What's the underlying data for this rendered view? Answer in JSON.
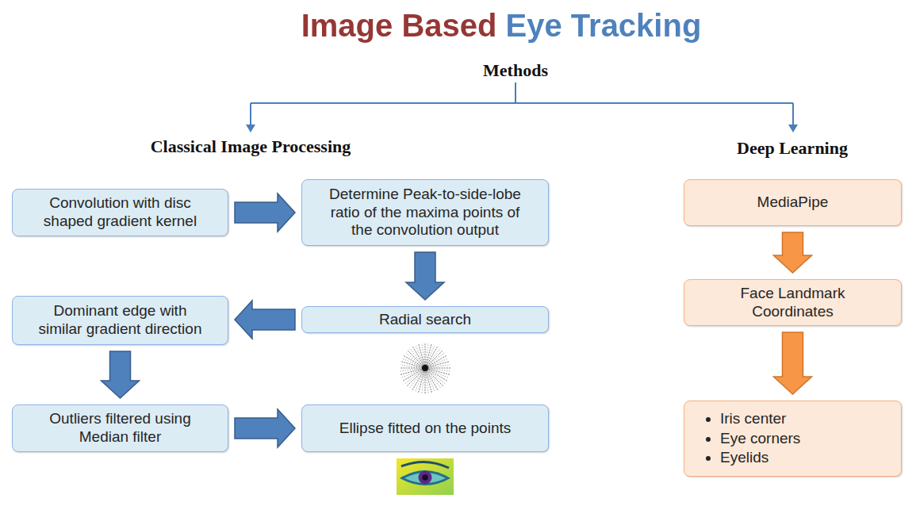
{
  "diagram": {
    "title": "Image Based Eye Tracking",
    "nodes": [
      {
        "text": [
          "Convolution with disc shaped gradient kernel"
        ]
      },
      {
        "text": [
          "Determine Peak-to-side-lobe ratio of the maxima points of the convolution output"
        ]
      },
      {
        "text": [
          "Radial search"
        ]
      },
      {
        "text": [
          "Dominant edge with similar gradient direction"
        ]
      },
      {
        "text": [
          "Outliers filtered using Median filter"
        ]
      },
      {
        "text": [
          "Ellipse fitted on the points"
        ]
      },
      {
        "text": [
          "MediaPipe"
        ]
      },
      {
        "text": [
          "Face Landmark Coordinates"
        ]
      },
      {
        "text": [
          "Iris center",
          "Eye corners",
          "Eyelids"
        ]
      }
    ],
    "edges": [
      {
        "from": 0,
        "to": 1,
        "arrow": "to"
      },
      {
        "from": 1,
        "to": 2,
        "arrow": "to"
      },
      {
        "from": 2,
        "to": 3,
        "arrow": "to"
      },
      {
        "from": 3,
        "to": 4,
        "arrow": "to"
      },
      {
        "from": 4,
        "to": 5,
        "arrow": "to"
      },
      {
        "from": 6,
        "to": 7,
        "arrow": "to"
      },
      {
        "from": 7,
        "to": 8,
        "arrow": "to"
      }
    ],
    "labels": [
      "Methods",
      "Classical Image Processing",
      "Deep Learning"
    ]
  }
}
